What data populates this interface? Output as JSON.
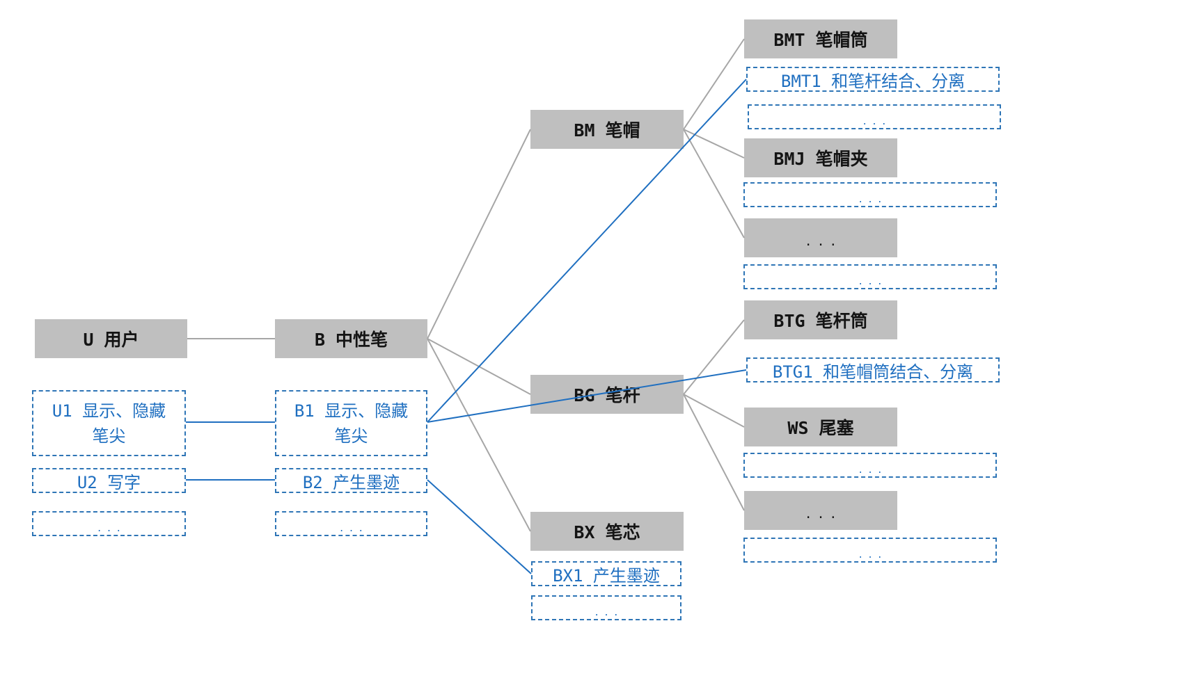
{
  "colors": {
    "component_fill": "#bfbfbf",
    "function_border": "#2e75b6",
    "function_text": "#1f6fc0",
    "hierarchy_line": "#a6a6a6",
    "function_line": "#1f6fc0",
    "label_text": "#141414"
  },
  "user": {
    "label": "U 用户",
    "f1": [
      "U1 显示、隐藏",
      "笔尖"
    ],
    "f2": "U2 写字",
    "more": "..."
  },
  "pen": {
    "label": "B 中性笔",
    "f1": [
      "B1 显示、隐藏",
      "笔尖"
    ],
    "f2": "B2 产生墨迹",
    "more": "..."
  },
  "cap": {
    "label": "BM 笔帽",
    "cap_tube": {
      "label": "BMT 笔帽筒",
      "f1": "BMT1 和笔杆结合、分离",
      "more": "..."
    },
    "cap_clip": {
      "label": "BMJ 笔帽夹",
      "more": "..."
    },
    "other": {
      "label": "...",
      "more": "..."
    }
  },
  "barrel": {
    "label": "BG 笔杆",
    "barrel_tube": {
      "label": "BTG 笔杆筒",
      "f1": "BTG1 和笔帽筒结合、分离"
    },
    "end_plug": {
      "label": "WS 尾塞",
      "more": "..."
    },
    "other": {
      "label": "...",
      "more": "..."
    }
  },
  "refill": {
    "label": "BX 笔芯",
    "f1": "BX1 产生墨迹",
    "more": "..."
  }
}
